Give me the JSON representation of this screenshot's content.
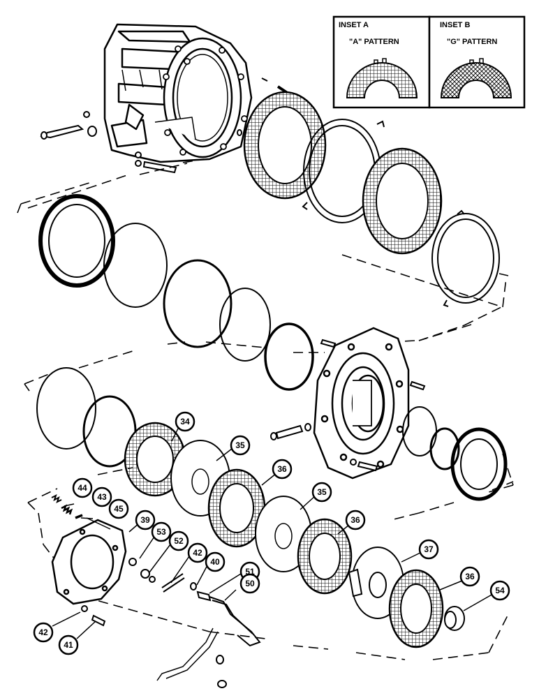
{
  "insets": {
    "a": {
      "title": "INSET A",
      "caption": "\"A\" PATTERN"
    },
    "b": {
      "title": "INSET B",
      "caption": "\"G\" PATTERN"
    }
  },
  "callouts": [
    "34",
    "35",
    "36",
    "35",
    "36",
    "37",
    "36",
    "54",
    "44",
    "43",
    "45",
    "39",
    "53",
    "52",
    "42",
    "40",
    "51",
    "50",
    "42",
    "41"
  ],
  "colors": {
    "line": "#000000",
    "background": "#ffffff",
    "friction": "#333333"
  }
}
